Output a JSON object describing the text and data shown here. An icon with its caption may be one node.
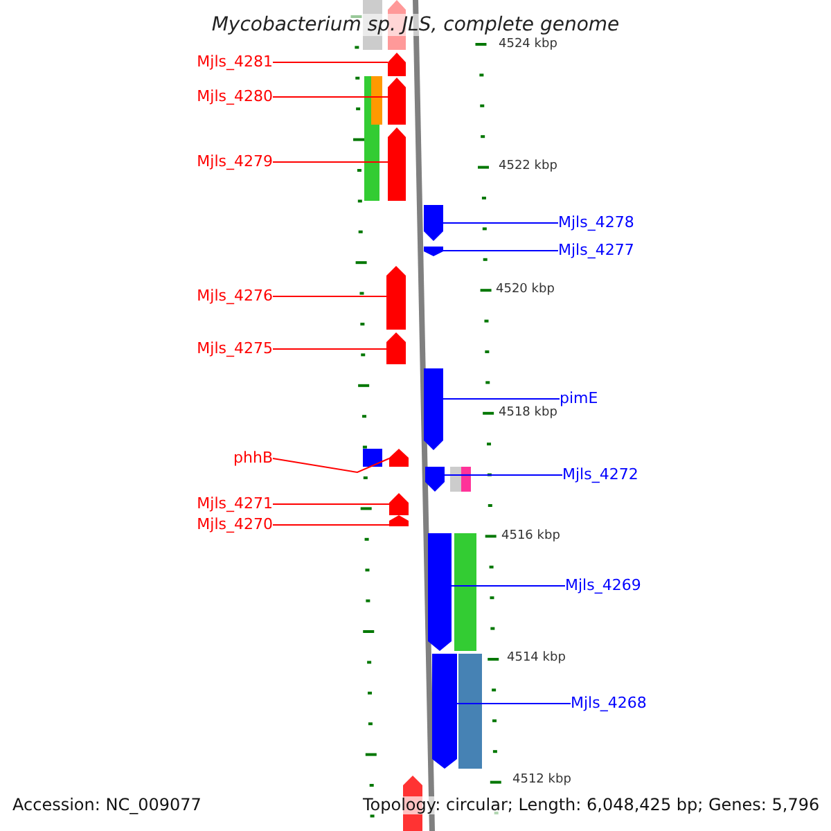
{
  "diagram": {
    "title": "Mycobacterium sp. JLS, complete genome",
    "nodes": [
      {
        "text": [
          "Mjls_4281"
        ]
      },
      {
        "text": [],
        "shape": "arrow"
      },
      {
        "text": [
          "Mjls_4280"
        ]
      },
      {
        "text": [],
        "shape": "arrow"
      },
      {
        "text": [
          "Mjls_4279"
        ]
      },
      {
        "text": [],
        "shape": "arrow"
      },
      {
        "text": [
          "Mjls_4278"
        ]
      },
      {
        "text": [],
        "shape": "arrow"
      },
      {
        "text": [
          "Mjls_4277"
        ]
      },
      {
        "text": [],
        "shape": "arrow"
      },
      {
        "text": [
          "Mjls_4276"
        ]
      },
      {
        "text": [],
        "shape": "arrow"
      },
      {
        "text": [
          "Mjls_4275"
        ]
      },
      {
        "text": [],
        "shape": "arrow"
      },
      {
        "text": [
          "pimE"
        ]
      },
      {
        "text": [],
        "shape": "arrow"
      },
      {
        "text": [
          "phhB"
        ]
      },
      {
        "text": [],
        "shape": "arrow"
      },
      {
        "text": [
          "Mjls_4272"
        ]
      },
      {
        "text": [],
        "shape": "arrow"
      },
      {
        "text": [
          "Mjls_4271"
        ]
      },
      {
        "text": [],
        "shape": "arrow"
      },
      {
        "text": [
          "Mjls_4270"
        ]
      },
      {
        "text": [],
        "shape": "arrow"
      },
      {
        "text": [
          "Mjls_4269"
        ]
      },
      {
        "text": [],
        "shape": "arrow"
      },
      {
        "text": [
          "Mjls_4268"
        ]
      },
      {
        "text": [],
        "shape": "arrow"
      }
    ],
    "edges": [
      {
        "from": 0,
        "to": 1,
        "arrow": "none",
        "color": "#ff0000"
      },
      {
        "from": 2,
        "to": 3,
        "arrow": "none",
        "color": "#ff0000"
      },
      {
        "from": 4,
        "to": 5,
        "arrow": "none",
        "color": "#ff0000"
      },
      {
        "from": 6,
        "to": 7,
        "arrow": "none",
        "color": "#0000ff"
      },
      {
        "from": 8,
        "to": 9,
        "arrow": "none",
        "color": "#0000ff"
      },
      {
        "from": 10,
        "to": 11,
        "arrow": "none",
        "color": "#ff0000"
      },
      {
        "from": 12,
        "to": 13,
        "arrow": "none",
        "color": "#ff0000"
      },
      {
        "from": 14,
        "to": 15,
        "arrow": "none",
        "color": "#0000ff"
      },
      {
        "from": 16,
        "to": 17,
        "arrow": "none",
        "color": "#ff0000"
      },
      {
        "from": 18,
        "to": 19,
        "arrow": "none",
        "color": "#0000ff"
      },
      {
        "from": 20,
        "to": 21,
        "arrow": "none",
        "color": "#ff0000"
      },
      {
        "from": 22,
        "to": 23,
        "arrow": "none",
        "color": "#ff0000"
      },
      {
        "from": 24,
        "to": 25,
        "arrow": "none",
        "color": "#0000ff"
      },
      {
        "from": 26,
        "to": 27,
        "arrow": "none",
        "color": "#0000ff"
      }
    ],
    "labels": [
      "4524 kbp",
      "4522 kbp",
      "4520 kbp",
      "4518 kbp",
      "4516 kbp",
      "4514 kbp",
      "4512 kbp",
      "Accession: NC_009077",
      "Topology: circular; Length: 6,048,425 bp; Genes: 5,796"
    ]
  }
}
